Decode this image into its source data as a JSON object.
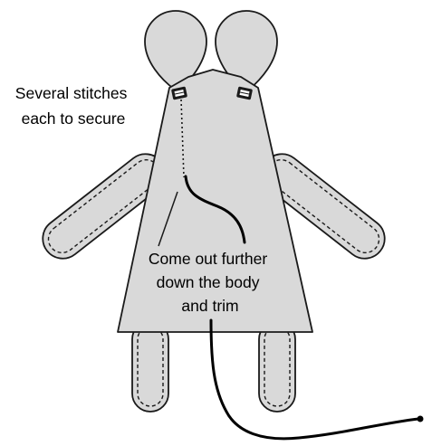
{
  "annotations": {
    "top_left": [
      "Several stitches",
      "each to secure"
    ],
    "center": [
      "Come out further",
      "down the body",
      "and trim"
    ]
  },
  "colors": {
    "fabric": "#d9d9d9",
    "outline": "#1a1a1a",
    "thread": "#000000",
    "background": "#ffffff"
  },
  "parts": {
    "ears": [
      "left-ear",
      "right-ear"
    ],
    "arms": [
      "left-arm",
      "right-arm"
    ],
    "legs": [
      "left-leg",
      "right-leg"
    ]
  }
}
